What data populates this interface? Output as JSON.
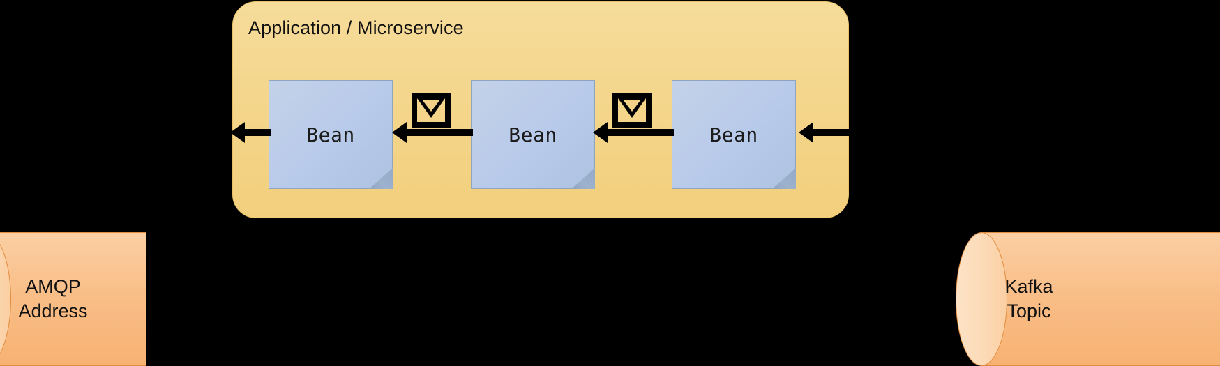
{
  "diagram": {
    "title": "Application / Microservice",
    "background_color": "#000000",
    "container": {
      "label": "Application / Microservice",
      "fill_color": "#f4d68c",
      "border_color": "#e8c067"
    },
    "beans": [
      {
        "label": "Bean",
        "fill_color": "#b8caea"
      },
      {
        "label": "Bean",
        "fill_color": "#b8caea"
      },
      {
        "label": "Bean",
        "fill_color": "#b8caea"
      }
    ],
    "icons": [
      {
        "name": "envelope-icon",
        "glyph": "envelope"
      },
      {
        "name": "envelope-icon",
        "glyph": "envelope"
      }
    ],
    "endpoints": [
      {
        "name": "amqp-address",
        "line1": "AMQP",
        "line2": "Address",
        "shape": "cylinder",
        "fill_color": "#f9bd86",
        "border_color": "#e08b3e"
      },
      {
        "name": "kafka-topic",
        "line1": "Kafka",
        "line2": "Topic",
        "shape": "cylinder",
        "fill_color": "#f9bd86",
        "border_color": "#e08b3e"
      }
    ],
    "arrows": {
      "direction": "left",
      "color": "#000000",
      "count": 4
    }
  }
}
